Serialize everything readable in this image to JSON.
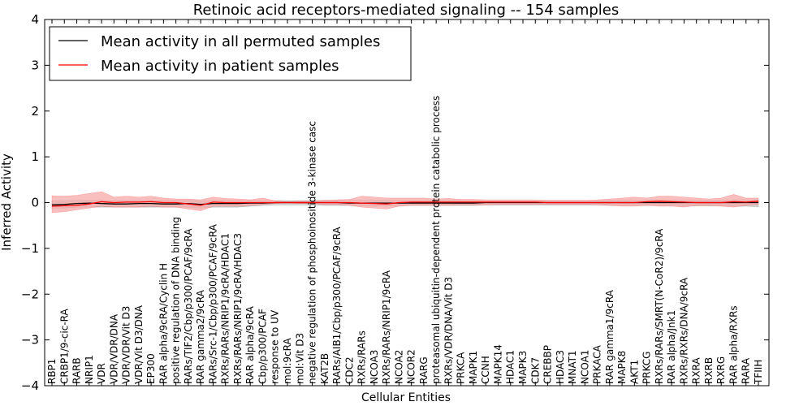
{
  "chart_data": {
    "type": "line",
    "title": "Retinoic acid receptors-mediated signaling -- 154 samples",
    "xlabel": "Cellular Entities",
    "ylabel": "Inferred Activity",
    "ylim": [
      -4,
      4
    ],
    "yticks": [
      "4",
      "3",
      "2",
      "1",
      "0",
      "−1",
      "−2",
      "−3",
      "−4"
    ],
    "legend_position": "top-left",
    "grid": false,
    "categories": [
      "RBP1",
      "CRBP1/9-cic-RA",
      "RARB",
      "NRIP1",
      "VDR",
      "VDR/VDR/DNA",
      "VDR/VDR/Vit D3",
      "VDR/Vit D3/DNA",
      "EP300",
      "RAR alpha/9cRA/Cyclin H",
      "positive regulation of DNA binding",
      "RARs/TIF2/Cbp/p300/PCAF/9cRA",
      "RAR gamma2/9cRA",
      "RARs/Src-1/Cbp/p300/PCAF/9cRA",
      "RXRs/RARs/NRIP1/9cRA/HDAC1",
      "RXRs/RARs/NRIP1/9cRA/HDAC3",
      "RAR alpha/9cRA",
      "Cbp/p300/PCAF",
      "response to UV",
      "mol:9cRA",
      "mol:Vit D3",
      "negative regulation of phosphoinositide 3-kinase casc",
      "KAT2B",
      "RARs/AIB1/Cbp/p300/PCAF/9cRA",
      "CDC2",
      "RXRs/RARs",
      "NCOA3",
      "RXRs/RARs/NRIP1/9cRA",
      "NCOA2",
      "NCOR2",
      "RARG",
      "proteasomal ubiquitin-dependent protein catabolic process",
      "RXRs/VDR/DNA/Vit D3",
      "PRKCA",
      "MAPK1",
      "CCNH",
      "MAPK14",
      "HDAC1",
      "MAPK3",
      "CDK7",
      "CREBBP",
      "HDAC3",
      "MNAT1",
      "NCOA1",
      "PRKACA",
      "RAR gamma1/9cRA",
      "MAPK8",
      "AKT1",
      "PRKCG",
      "RXRs/RARs/SMRT(N-CoR2)/9cRA",
      "RAR alpha/Jnk1",
      "RXRs/RXRs/DNA/9cRA",
      "RXRA",
      "RXRB",
      "RXRG",
      "RAR alpha/RXRs",
      "RARA",
      "TFIIH"
    ],
    "series": [
      {
        "name": "Mean activity in all permuted samples",
        "color": "#000000",
        "values": [
          -0.05,
          -0.04,
          -0.02,
          -0.01,
          -0.02,
          -0.03,
          -0.03,
          -0.02,
          -0.02,
          -0.03,
          -0.03,
          -0.02,
          -0.04,
          -0.02,
          -0.02,
          -0.02,
          -0.01,
          -0.01,
          0.0,
          0.0,
          0.0,
          0.0,
          0.0,
          0.0,
          -0.01,
          -0.01,
          -0.01,
          -0.01,
          -0.01,
          -0.01,
          -0.01,
          -0.01,
          -0.01,
          -0.01,
          -0.01,
          0.0,
          0.0,
          0.0,
          0.0,
          0.0,
          0.0,
          0.0,
          0.0,
          0.0,
          0.0,
          0.0,
          0.0,
          0.0,
          0.0,
          0.0,
          0.0,
          0.0,
          0.0,
          0.0,
          0.0,
          0.0,
          0.0,
          0.0
        ],
        "band_lower": [
          -0.12,
          -0.12,
          -0.1,
          -0.1,
          -0.1,
          -0.1,
          -0.1,
          -0.1,
          -0.1,
          -0.1,
          -0.1,
          -0.1,
          -0.12,
          -0.1,
          -0.1,
          -0.1,
          -0.08,
          -0.06,
          -0.05,
          -0.05,
          -0.05,
          -0.05,
          -0.06,
          -0.06,
          -0.06,
          -0.07,
          -0.07,
          -0.07,
          -0.07,
          -0.06,
          -0.06,
          -0.06,
          -0.06,
          -0.06,
          -0.06,
          -0.05,
          -0.05,
          -0.05,
          -0.05,
          -0.05,
          -0.05,
          -0.05,
          -0.05,
          -0.05,
          -0.05,
          -0.06,
          -0.06,
          -0.06,
          -0.06,
          -0.06,
          -0.06,
          -0.07,
          -0.07,
          -0.07,
          -0.07,
          -0.08,
          -0.08,
          -0.09
        ],
        "band_upper": [
          0.04,
          0.04,
          0.05,
          0.05,
          0.05,
          0.05,
          0.05,
          0.05,
          0.05,
          0.05,
          0.05,
          0.05,
          0.04,
          0.05,
          0.05,
          0.05,
          0.05,
          0.04,
          0.04,
          0.04,
          0.04,
          0.04,
          0.05,
          0.05,
          0.05,
          0.05,
          0.05,
          0.05,
          0.05,
          0.05,
          0.05,
          0.05,
          0.05,
          0.05,
          0.05,
          0.04,
          0.04,
          0.04,
          0.04,
          0.04,
          0.04,
          0.04,
          0.04,
          0.04,
          0.04,
          0.05,
          0.05,
          0.05,
          0.05,
          0.05,
          0.05,
          0.05,
          0.05,
          0.05,
          0.05,
          0.06,
          0.06,
          0.06
        ],
        "band_color": "#bbbbbb"
      },
      {
        "name": "Mean activity in patient samples",
        "color": "#ff0000",
        "values": [
          -0.08,
          -0.07,
          -0.06,
          -0.03,
          0.02,
          0.0,
          0.01,
          0.01,
          0.02,
          0.0,
          0.0,
          -0.03,
          -0.06,
          0.01,
          0.0,
          0.0,
          0.0,
          0.0,
          0.0,
          0.0,
          0.0,
          0.0,
          0.0,
          0.0,
          0.0,
          -0.01,
          -0.02,
          -0.03,
          0.0,
          0.01,
          0.01,
          0.01,
          0.01,
          0.01,
          0.01,
          0.01,
          0.01,
          0.01,
          0.01,
          0.01,
          0.0,
          0.0,
          0.0,
          0.0,
          0.0,
          0.0,
          0.0,
          0.0,
          0.02,
          0.03,
          0.02,
          0.01,
          0.0,
          0.0,
          0.0,
          0.02,
          0.01,
          0.03
        ],
        "band_lower": [
          -0.22,
          -0.2,
          -0.16,
          -0.12,
          -0.08,
          -0.1,
          -0.1,
          -0.1,
          -0.08,
          -0.1,
          -0.1,
          -0.14,
          -0.18,
          -0.08,
          -0.08,
          -0.08,
          -0.06,
          -0.04,
          -0.02,
          -0.01,
          -0.02,
          -0.02,
          -0.04,
          -0.04,
          -0.06,
          -0.1,
          -0.12,
          -0.14,
          -0.08,
          -0.06,
          -0.06,
          -0.06,
          -0.06,
          -0.05,
          -0.05,
          -0.05,
          -0.04,
          -0.04,
          -0.04,
          -0.04,
          -0.04,
          -0.04,
          -0.04,
          -0.04,
          -0.05,
          -0.06,
          -0.08,
          -0.08,
          -0.06,
          -0.08,
          -0.08,
          -0.1,
          -0.06,
          -0.06,
          -0.08,
          -0.1,
          -0.06,
          -0.04
        ],
        "band_upper": [
          0.15,
          0.14,
          0.16,
          0.2,
          0.24,
          0.12,
          0.14,
          0.12,
          0.14,
          0.1,
          0.08,
          0.08,
          0.06,
          0.12,
          0.09,
          0.08,
          0.06,
          0.1,
          0.04,
          0.02,
          0.03,
          0.03,
          0.05,
          0.06,
          0.07,
          0.14,
          0.12,
          0.1,
          0.1,
          0.1,
          0.1,
          0.08,
          0.09,
          0.07,
          0.07,
          0.06,
          0.06,
          0.06,
          0.06,
          0.06,
          0.05,
          0.05,
          0.05,
          0.05,
          0.06,
          0.08,
          0.1,
          0.12,
          0.1,
          0.14,
          0.14,
          0.12,
          0.1,
          0.08,
          0.1,
          0.18,
          0.1,
          0.1
        ],
        "band_color": "#f7a8a8"
      }
    ]
  }
}
